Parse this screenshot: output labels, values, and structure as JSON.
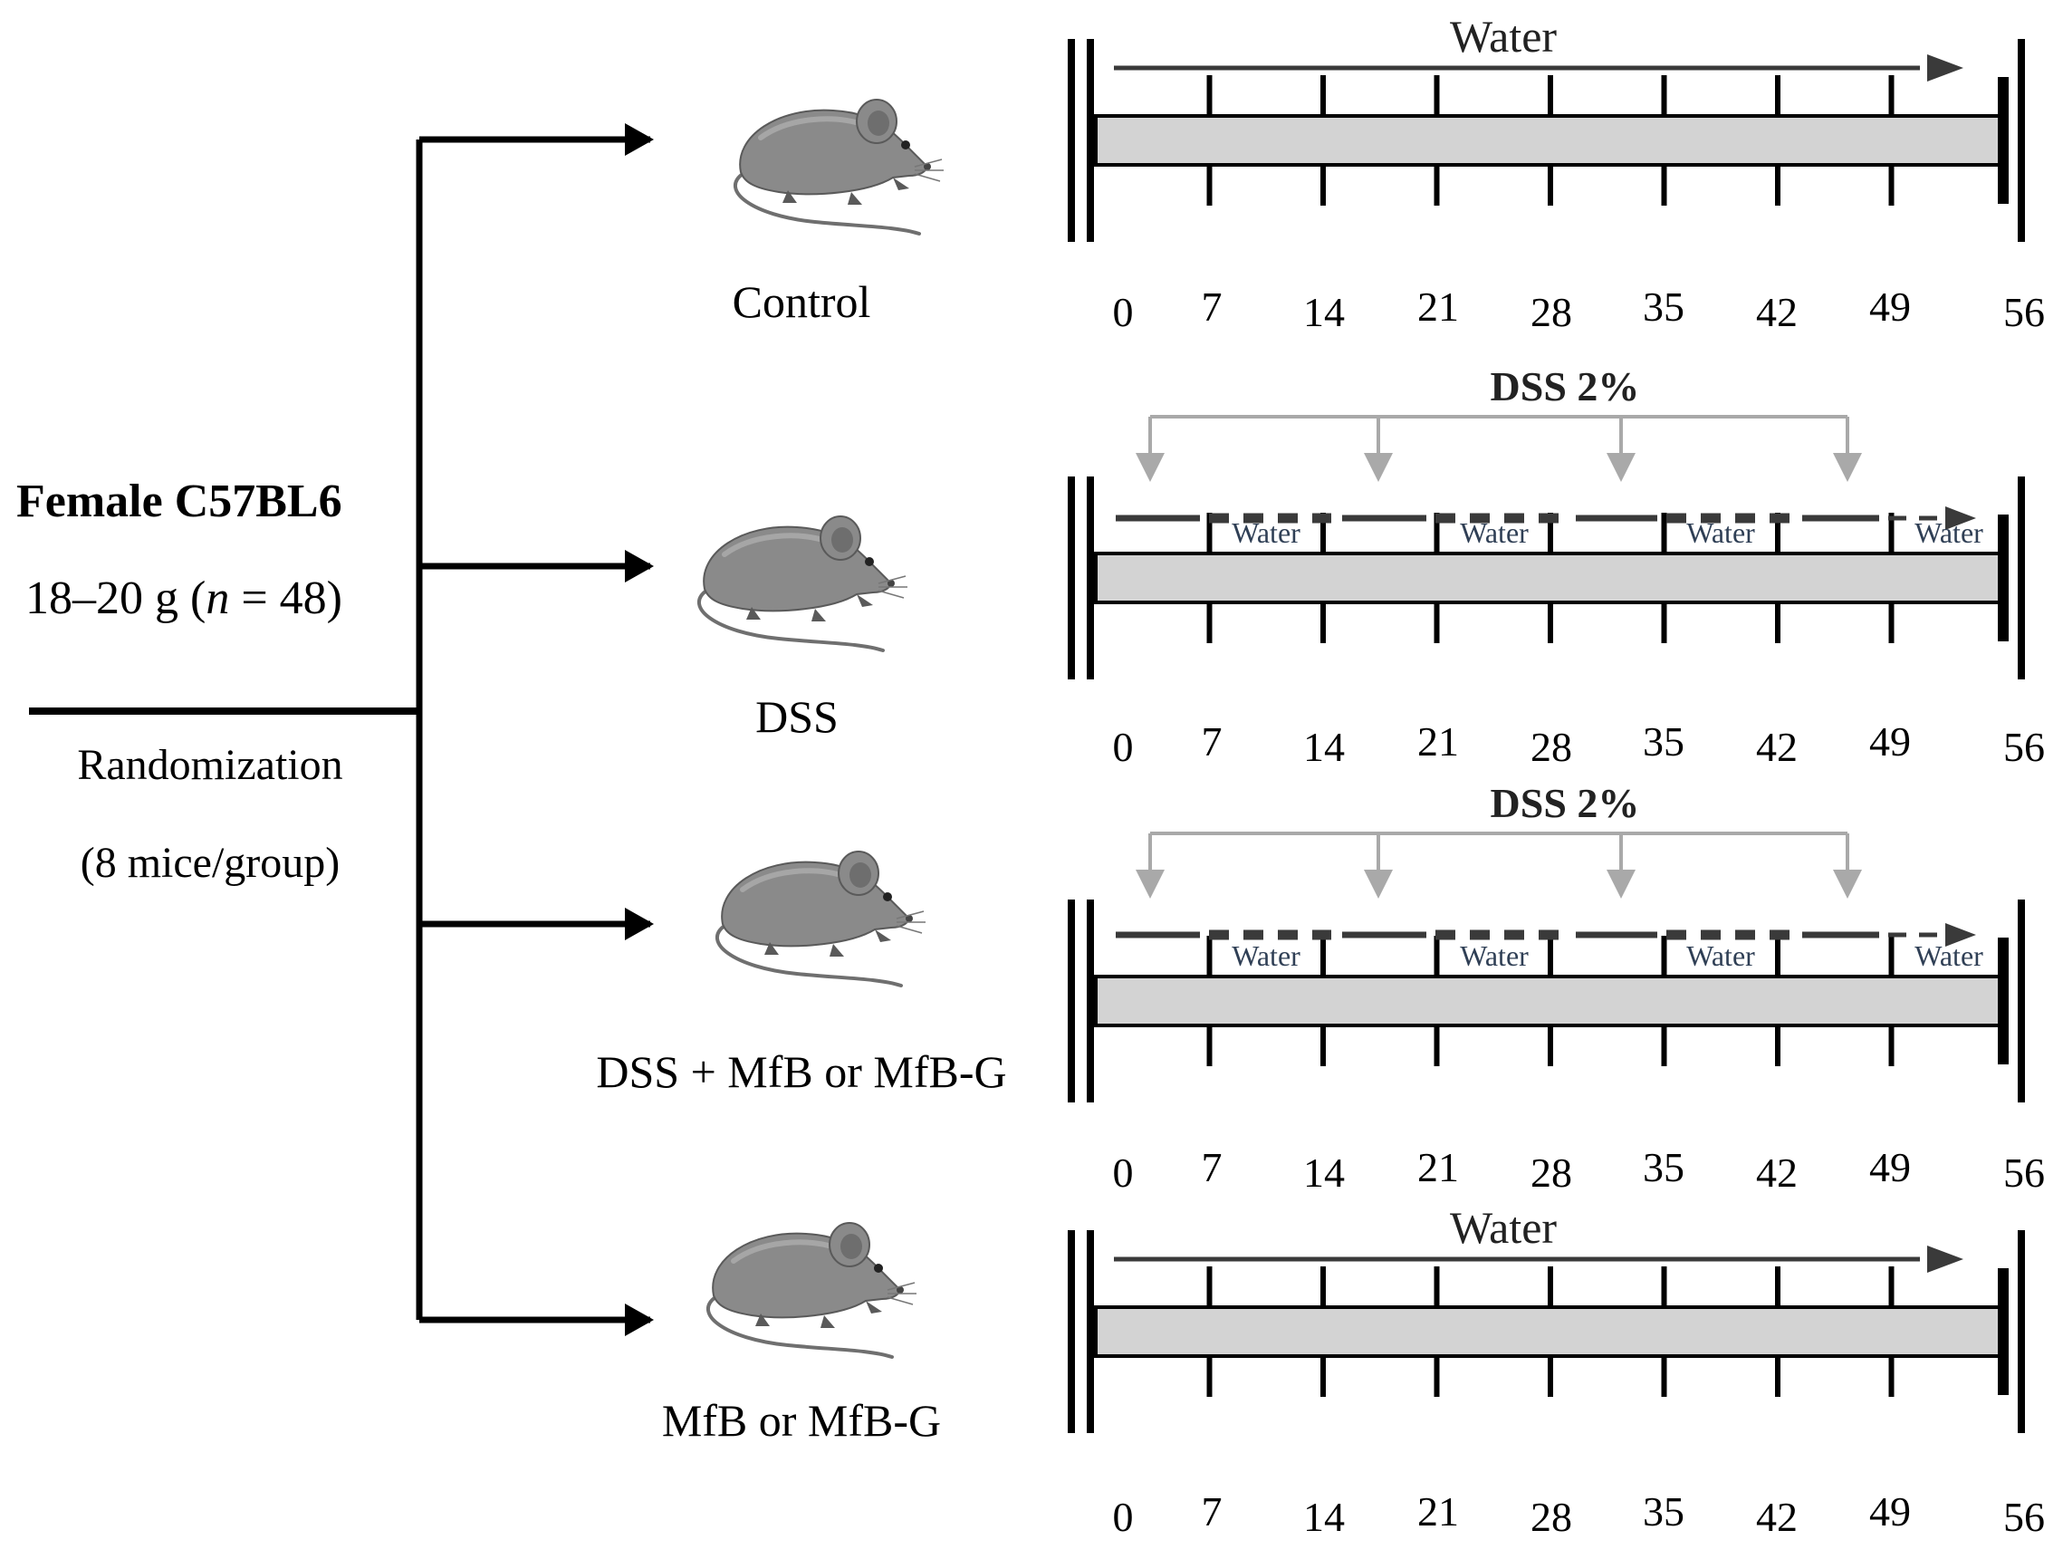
{
  "subject": {
    "title": "Female C57BL6",
    "weight_prefix": "18–20 g (",
    "n_symbol": "n",
    "n_suffix": " = 48)",
    "randomization": "Randomization",
    "per_group": "(8 mice/group)"
  },
  "groups": [
    {
      "label": "Control",
      "regimen": "water",
      "top_label": "Water",
      "ticks": [
        "0",
        "7",
        "14",
        "21",
        "28",
        "35",
        "42",
        "49",
        "56"
      ]
    },
    {
      "label": "DSS",
      "regimen": "dss",
      "top_label": "DSS 2%",
      "segment_label": "Water",
      "ticks": [
        "0",
        "7",
        "14",
        "21",
        "28",
        "35",
        "42",
        "49",
        "56"
      ]
    },
    {
      "label": "DSS + MfB or MfB-G",
      "regimen": "dss",
      "top_label": "DSS 2%",
      "segment_label": "Water",
      "ticks": [
        "0",
        "7",
        "14",
        "21",
        "28",
        "35",
        "42",
        "49",
        "56"
      ]
    },
    {
      "label": "MfB or MfB-G",
      "regimen": "water",
      "top_label": "Water",
      "ticks": [
        "0",
        "7",
        "14",
        "21",
        "28",
        "35",
        "42",
        "49",
        "56"
      ]
    }
  ],
  "colors": {
    "line": "#000000",
    "bar_fill": "#d3d3d3",
    "dss_arrow": "#a9a9a9",
    "regimen_line": "#3a3a3a",
    "mouse_body": "#8a8a8a",
    "mouse_dark": "#555555",
    "segment_text": "#2f3f55"
  },
  "icons": {
    "mouse": "mouse-icon"
  }
}
